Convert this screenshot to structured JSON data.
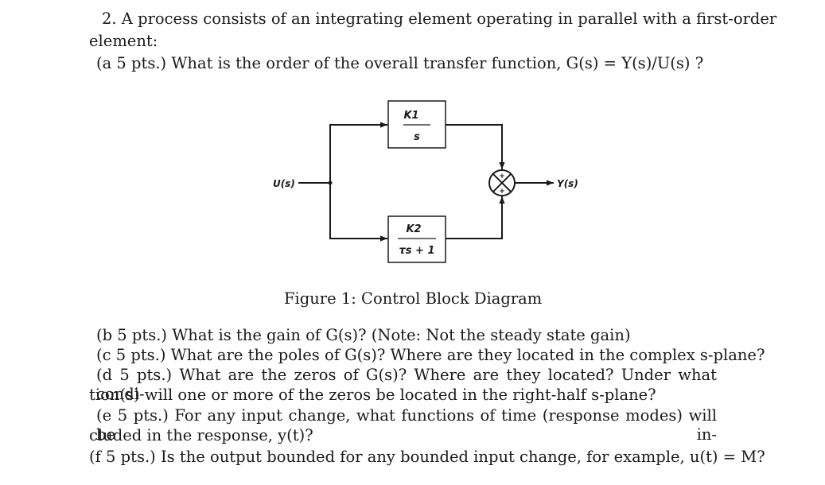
{
  "problem": {
    "number_line": "2. A process consists of an integrating element operating in parallel with a first-order",
    "number_line_cont": "element:",
    "part_a": "(a 5 pts.) What is the order of the overall transfer function, G(s) = Y(s)/U(s) ?"
  },
  "diagram": {
    "input_label": "U(s)",
    "output_label": "Y(s)",
    "block1": {
      "num": "K1",
      "den": "s"
    },
    "block2": {
      "num": "K2",
      "den": "τs + 1"
    },
    "sum_signs": [
      "+",
      "+"
    ]
  },
  "figure": {
    "caption": "Figure 1: Control Block Diagram"
  },
  "parts": {
    "b": "(b 5 pts.) What is the gain of G(s)? (Note: Not the steady state gain)",
    "c": "(c 5 pts.) What are the poles of G(s)? Where are they located in the complex s-plane?",
    "d1": "(d 5 pts.) What are the zeros of G(s)? Where are they located? Under what condi-",
    "d2": "tion(s) will one or more of the zeros be located in the right-half s-plane?",
    "e1": "(e 5 pts.) For any input change, what functions of time (response modes) will be in-",
    "e2": "cluded in the response, y(t)?",
    "f": "(f 5 pts.) Is the output bounded for any bounded input change, for example, u(t) = M?"
  }
}
